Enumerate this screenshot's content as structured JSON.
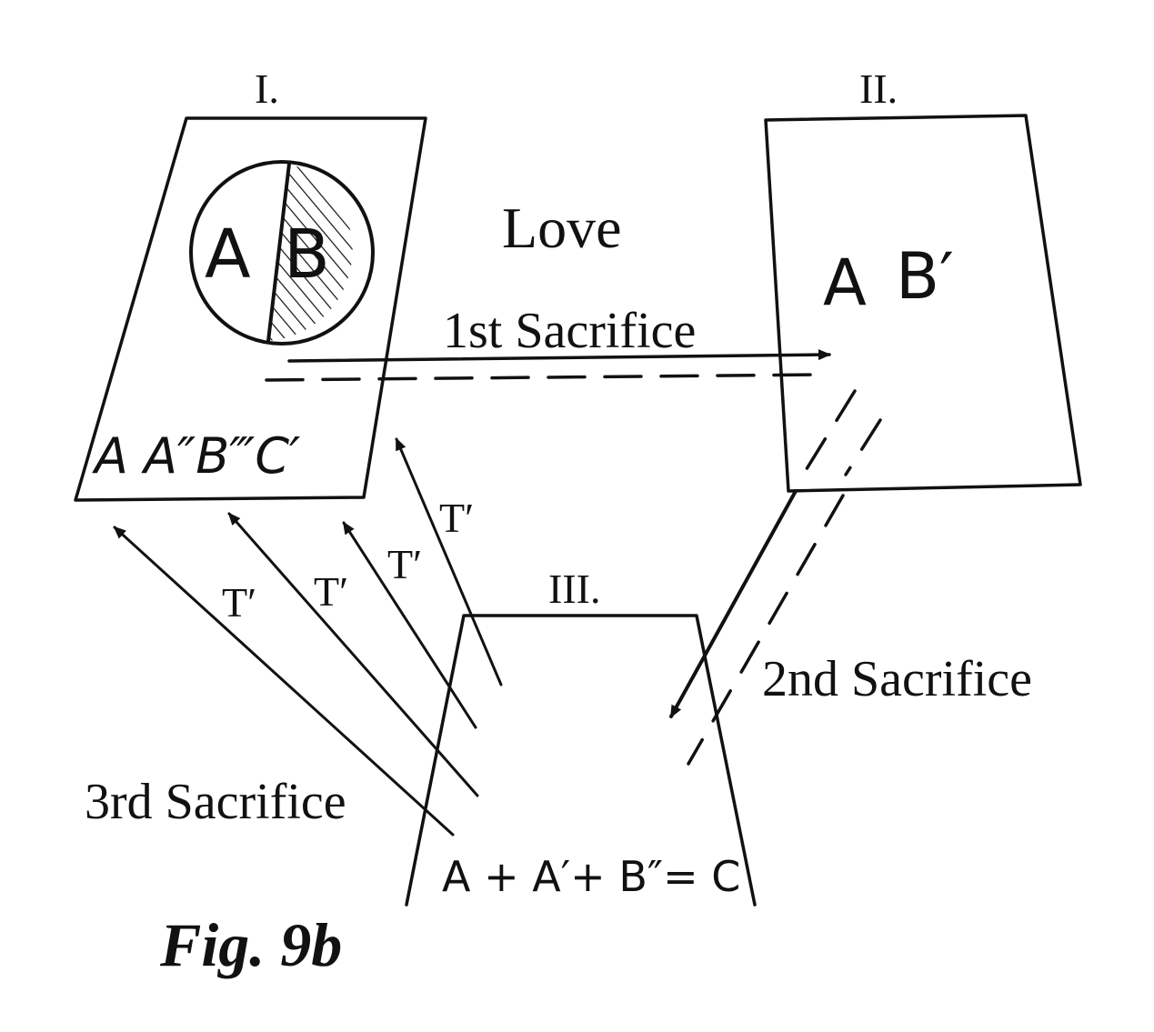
{
  "panels": {
    "one": {
      "numeral": "I.",
      "circle_left": "A",
      "circle_right": "B",
      "formula": "A A″B‴C′"
    },
    "two": {
      "numeral": "II.",
      "letter_a": "A",
      "letter_b": "B′"
    },
    "three": {
      "numeral": "III.",
      "formula": "A + A′+ B″= C"
    }
  },
  "labels": {
    "love": "Love",
    "first_sacrifice": "1st Sacrifice",
    "second_sacrifice": "2nd Sacrifice",
    "third_sacrifice": "3rd Sacrifice",
    "arrow_marks": [
      "T′",
      "T′",
      "T′",
      "T′"
    ]
  },
  "caption": "Fig. 9b",
  "colors": {
    "ink": "#111111",
    "background": "#ffffff"
  }
}
